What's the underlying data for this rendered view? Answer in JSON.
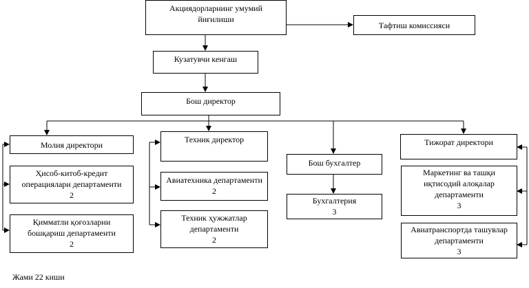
{
  "nodes": {
    "shareholders": {
      "lines": [
        "Акциядорларнинг умумий",
        "йиғилиши"
      ]
    },
    "audit": {
      "lines": [
        "Тафтиш комиссияси"
      ]
    },
    "supervisory": {
      "lines": [
        "Кузатувчи кенгаш"
      ]
    },
    "ceo": {
      "lines": [
        "Бош директор"
      ]
    },
    "finance_director": {
      "lines": [
        "Молия директори"
      ]
    },
    "accounting_credit": {
      "lines": [
        "Ҳисоб-китоб-кредит",
        "операциялари департаменти",
        "2"
      ]
    },
    "securities": {
      "lines": [
        "Қимматли қоғозларни",
        "бошқариш департаменти",
        "2"
      ]
    },
    "technical_director": {
      "lines": [
        "Техник директор"
      ]
    },
    "aviation_tech": {
      "lines": [
        "Авиатехника департаменти",
        "2"
      ]
    },
    "tech_docs": {
      "lines": [
        "Техник ҳужжатлар",
        "департаменти",
        "2"
      ]
    },
    "chief_accountant": {
      "lines": [
        "Бош бухгалтер"
      ]
    },
    "accounting": {
      "lines": [
        "Бухгалтерия",
        "3"
      ]
    },
    "commercial_director": {
      "lines": [
        "Тижорат директори"
      ]
    },
    "marketing": {
      "lines": [
        "Маркетинг ва ташқи",
        "иқтисодий алоқалар",
        "департаменти",
        "3"
      ]
    },
    "air_transport": {
      "lines": [
        "Авиатранспортда ташувлар",
        "департаменти",
        "3"
      ]
    }
  },
  "total": "Жами 22 киши"
}
